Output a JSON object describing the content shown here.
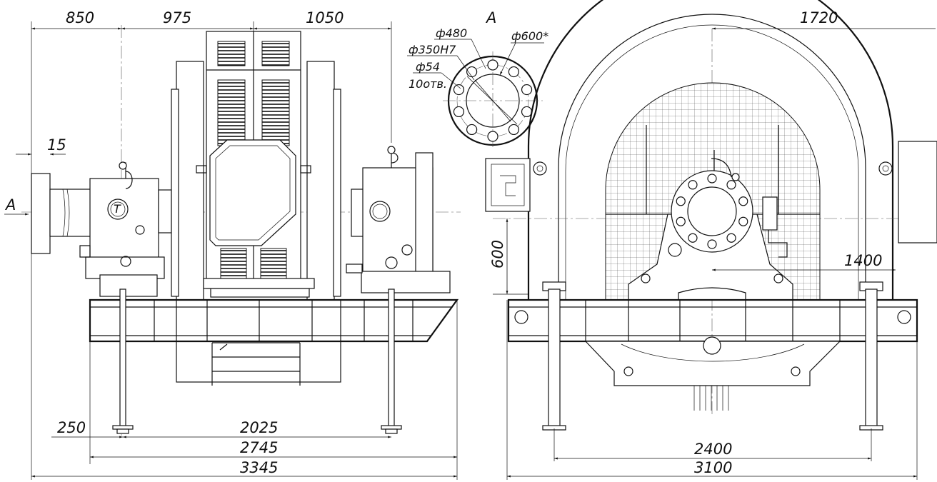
{
  "view_label": "A",
  "arrow_label": "A",
  "left_dims": {
    "top_1": "850",
    "top_2": "975",
    "top_3": "1050",
    "flange": "15",
    "foot_offset": "250",
    "bolt_span": "2025",
    "frame_length": "2745",
    "overall_length": "3345"
  },
  "right_dims": {
    "half_width": "1720",
    "axis_height": "600",
    "bearing_offset": "1400",
    "bolt_span": "2400",
    "overall_width": "3100"
  },
  "flange_detail": {
    "bolt_circle": "ф480",
    "bore": "ф350Н7",
    "outer": "ф600*",
    "hole": "ф54",
    "hole_count": "10отв."
  }
}
